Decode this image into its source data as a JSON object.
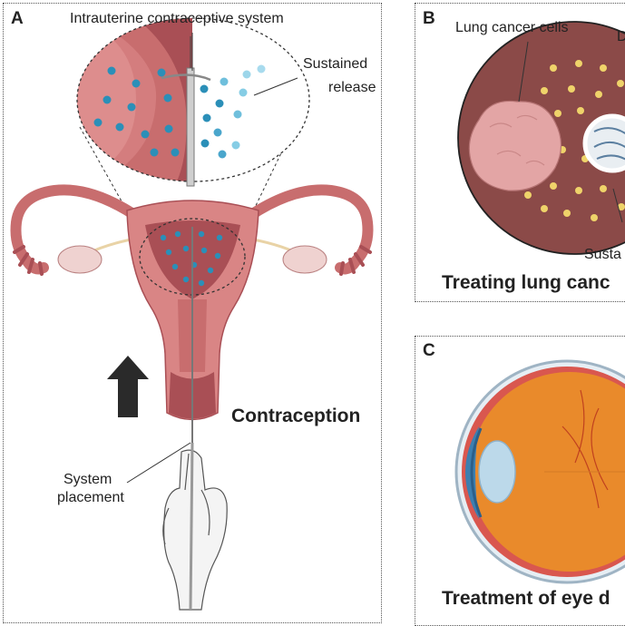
{
  "panel_a": {
    "letter": "A",
    "iud_label": "Intrauterine contraceptive system",
    "release_label_line1": "Sustained",
    "release_label_line2": "release",
    "caption": "Contraception",
    "placement_line1": "System",
    "placement_line2": "placement"
  },
  "panel_b": {
    "letter": "B",
    "cells_label": "Lung cancer cells",
    "cut_top_label": "D",
    "cut_bottom_label": "Susta",
    "caption": "Treating lung canc"
  },
  "panel_c": {
    "letter": "C",
    "caption": "Treatment of eye d"
  },
  "colors": {
    "uterus_pink": "#d98585",
    "uterus_dark": "#a94f55",
    "drug_blue": "#2b8fb8",
    "drug_light_blue": "#86cde5",
    "tissue_brown": "#8b4a48",
    "drug_yellow": "#efd36a",
    "eye_orange": "#e98a2b"
  }
}
